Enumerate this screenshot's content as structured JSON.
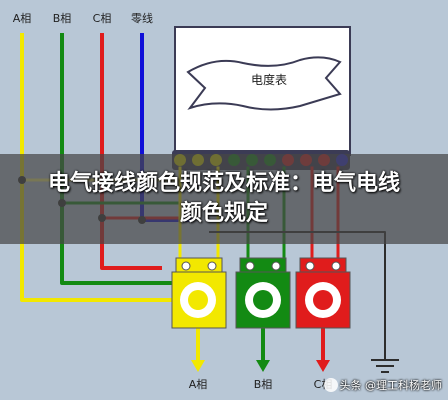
{
  "diagram": {
    "top_labels": [
      "A相",
      "B相",
      "C相",
      "零线"
    ],
    "meter_label": "电度表",
    "bottom_labels": [
      "A相",
      "B相",
      "C相"
    ],
    "colors": {
      "phase_a": "#f2e800",
      "phase_b": "#138a13",
      "phase_c": "#e01c1c",
      "neutral": "#1010d8",
      "ground": "#2d2d2d",
      "wire_light": "#f7f27a",
      "background": "#b8c7d6"
    }
  },
  "caption": "电气接线颜色规范及标准：电气电线颜色规定",
  "watermark": "头条 @理工科杨老师"
}
